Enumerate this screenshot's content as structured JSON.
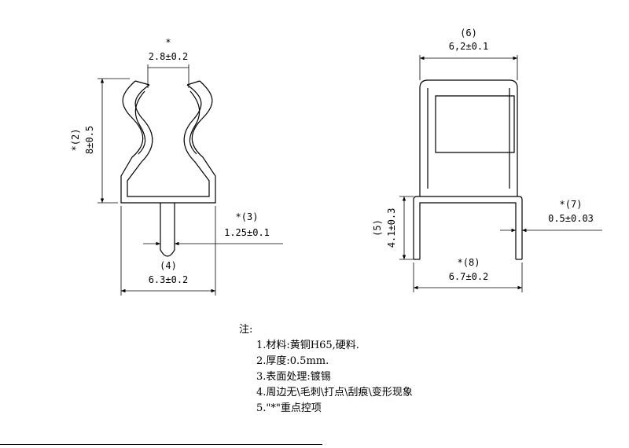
{
  "left_view": {
    "dim_top_mark": "*",
    "dim_top_value": "2.8±0.2",
    "dim_height_label": "*(2)",
    "dim_height_value": "8±0.5",
    "dim_pin_label": "*(3)",
    "dim_pin_value": "1.25±0.1",
    "dim_bottom_label": "(4)",
    "dim_bottom_value": "6.3±0.2"
  },
  "right_view": {
    "dim_top_label": "(6)",
    "dim_top_value": "6,2±0.1",
    "dim_thick_label": "*(7)",
    "dim_thick_value": "0.5±0.03",
    "dim_height_label": "(5)",
    "dim_height_value": "4.1±0.3",
    "dim_bottom_label": "*(8)",
    "dim_bottom_value": "6.7±0.2"
  },
  "notes": {
    "title": "注:",
    "items": [
      "1.材料:黄铜H65,硬料.",
      "2.厚度:0.5mm.",
      "3.表面处理:镀锡",
      "4.周边无\\毛刺\\打点\\刮痕\\变形现象",
      "5.\"*\"重点控项"
    ]
  }
}
